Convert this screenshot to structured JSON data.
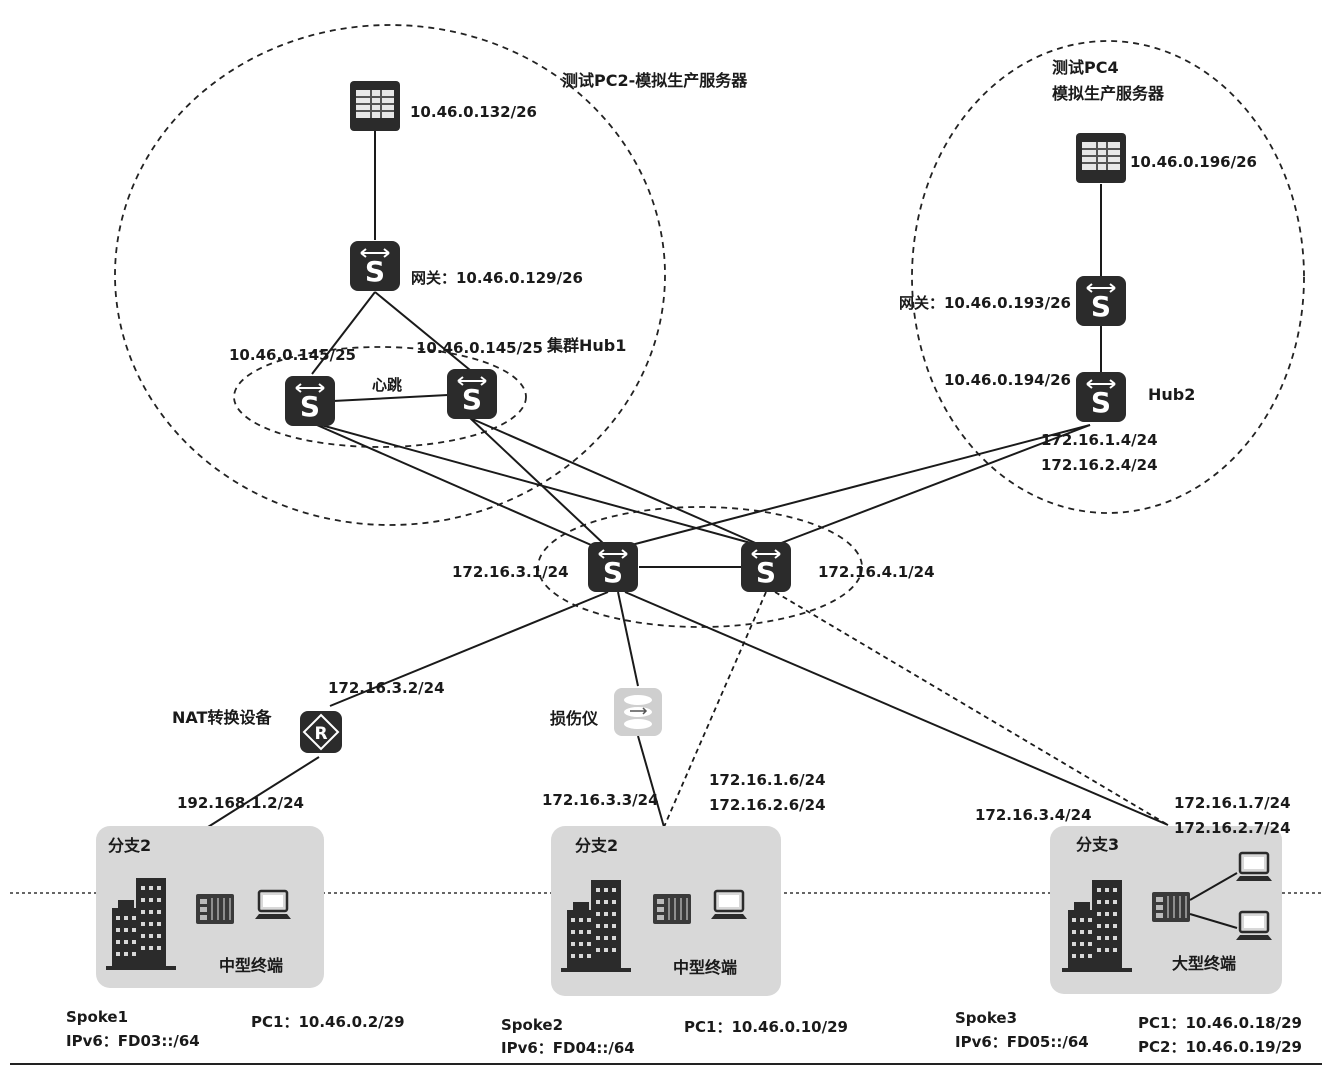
{
  "labels": {
    "pc2_title": "测试PC2-模拟生产服务器",
    "pc4_title_line1": "测试PC4",
    "pc4_title_line2": "模拟生产服务器",
    "server1_ip": "10.46.0.132/26",
    "server2_ip": "10.46.0.196/26",
    "gw1": "网关：10.46.0.129/26",
    "gw2": "网关：10.46.0.193/26",
    "hub1_left_ip": "10.46.0.145/25",
    "hub1_right_ip": "10.46.0.145/25",
    "cluster_hub1": "集群Hub1",
    "heartbeat": "心跳",
    "hub2_ip": "10.46.0.194/26",
    "hub2_name": "Hub2",
    "hub2_ip_a": "172.16.1.4/24",
    "hub2_ip_b": "172.16.2.4/24",
    "core_left_ip": "172.16.3.1/24",
    "core_right_ip": "172.16.4.1/24",
    "nat_upstream_ip": "172.16.3.2/24",
    "nat_device": "NAT转换设备",
    "nat_downstream_ip": "192.168.1.2/24",
    "impairment_device": "损伤仪",
    "spoke2_ip": "172.16.3.3/24",
    "spoke2_ip_a": "172.16.1.6/24",
    "spoke2_ip_b": "172.16.2.6/24",
    "spoke3_ip": "172.16.3.4/24",
    "spoke3_ip_a": "172.16.1.7/24",
    "spoke3_ip_b": "172.16.2.7/24"
  },
  "branches": [
    {
      "name": "分支2",
      "terminal": "中型终端",
      "spoke": "Spoke1",
      "ipv6": "IPv6：FD03::/64",
      "pcs": [
        "PC1：10.46.0.2/29"
      ]
    },
    {
      "name": "分支2",
      "terminal": "中型终端",
      "spoke": "Spoke2",
      "ipv6": "IPv6：FD04::/64",
      "pcs": [
        "PC1：10.46.0.10/29"
      ]
    },
    {
      "name": "分支3",
      "terminal": "大型终端",
      "spoke": "Spoke3",
      "ipv6": "IPv6：FD05::/64",
      "pcs": [
        "PC1：10.46.0.18/29",
        "PC2：10.46.0.19/29"
      ]
    }
  ],
  "icons": {
    "server": "server-icon",
    "switch": "switch-icon",
    "router": "router-icon",
    "impairment": "impairment-icon",
    "building": "building-icon",
    "firewall": "firewall-icon",
    "pc": "pc-icon"
  },
  "colors": {
    "device_dark": "#2b2b2b",
    "branch_box": "#d8d8d8",
    "line": "#1a1a1a",
    "impairment_fill": "#cfcfcf"
  }
}
